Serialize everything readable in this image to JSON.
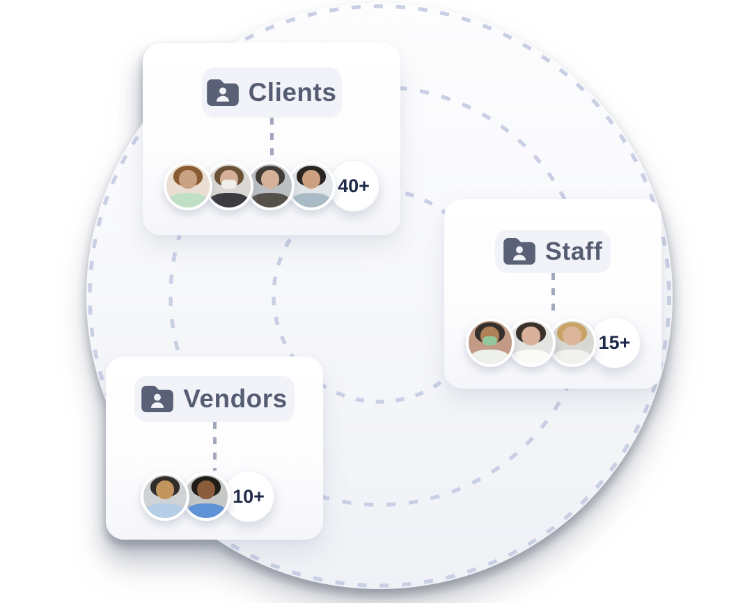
{
  "scene": {
    "description": "Marketing illustration of three folder groups (Clients, Staff, Vendors) with member avatars and overflow count badges, arranged on concentric dashed orbit rings inside a large light circle",
    "colors": {
      "page_background": "#ffffff",
      "circle_top": "#fdfdfe",
      "circle_bottom": "#eff1f6",
      "dashed_ring": "#c9cfe4",
      "connector_dash": "#a2a8bb",
      "pill_background": "#f1f3f9",
      "label_text": "#565d72",
      "folder_icon": "#5a6176",
      "badge_text": "#1e2947",
      "card_background": "#ffffff",
      "outer_shadow": "#46505f"
    }
  },
  "groups": [
    {
      "id": "clients",
      "label": "Clients",
      "count": "40+",
      "icon": "folder-user-icon",
      "avatars": [
        {
          "photo_desc": "woman with glasses in mint patterned hospital gown",
          "bg": "#e9ded1",
          "hair": "#8a5a30",
          "skin": "#c9a183",
          "shirt": "#bfe0c4"
        },
        {
          "photo_desc": "man with short brown hair wearing white face mask and black shirt",
          "bg": "#d9d8d4",
          "hair": "#6b5236",
          "skin": "#d6b096",
          "shirt": "#3c3c40",
          "mask": "#f0efe9"
        },
        {
          "photo_desc": "woman with dark bob haircut and bangs in dark vest",
          "bg": "#bcc0c3",
          "hair": "#423c38",
          "skin": "#d7b29a",
          "shirt": "#55504a"
        },
        {
          "photo_desc": "woman with black ponytail in pale blue turtleneck",
          "bg": "#e2e5e8",
          "hair": "#2a2522",
          "skin": "#cda081",
          "shirt": "#a9bcc6"
        }
      ]
    },
    {
      "id": "staff",
      "label": "Staff",
      "count": "15+",
      "icon": "folder-user-icon",
      "avatars": [
        {
          "photo_desc": "male doctor with curly dark hair, glasses and green face mask",
          "bg": "#c29a85",
          "hair": "#35302c",
          "skin": "#b08156",
          "shirt": "#eef0ee",
          "mask": "#93c89c"
        },
        {
          "photo_desc": "female doctor with long dark hair in white coat",
          "bg": "#e4e4e2",
          "hair": "#3b312b",
          "skin": "#d8b29a",
          "shirt": "#fafaf8"
        },
        {
          "photo_desc": "blonde female doctor with glasses and stethoscope",
          "bg": "#d8d7d3",
          "hair": "#c9a365",
          "skin": "#dbb69d",
          "shirt": "#f1f1ee"
        }
      ]
    },
    {
      "id": "vendors",
      "label": "Vendors",
      "count": "10+",
      "icon": "folder-user-icon",
      "avatars": [
        {
          "photo_desc": "man with glasses and beard in light blue shirt with stethoscope",
          "bg": "#d0d3d5",
          "hair": "#322d29",
          "skin": "#c2955f",
          "shirt": "#b5cde7"
        },
        {
          "photo_desc": "smiling man in blue scrubs with stethoscope",
          "bg": "#c6c8c7",
          "hair": "#201c18",
          "skin": "#8a5c3c",
          "shirt": "#5f93d8"
        }
      ]
    }
  ]
}
